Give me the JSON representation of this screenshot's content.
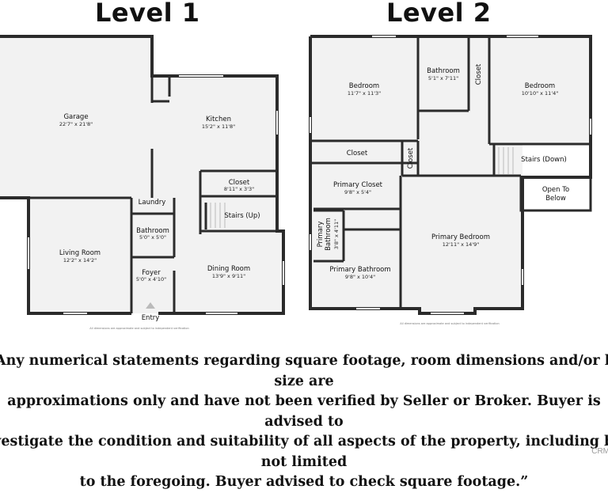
{
  "level1": {
    "title": "Level 1",
    "rooms": {
      "garage": {
        "name": "Garage",
        "dims": "22'7\" x 21'8\""
      },
      "kitchen": {
        "name": "Kitchen",
        "dims": "15'2\" x 11'8\""
      },
      "closet": {
        "name": "Closet",
        "dims": "8'11\" x 3'3\""
      },
      "stairs": {
        "name": "Stairs (Up)"
      },
      "laundry": {
        "name": "Laundry"
      },
      "bathroom": {
        "name": "Bathroom",
        "dims": "5'0\" x 5'0\""
      },
      "living": {
        "name": "Living Room",
        "dims": "12'2\" x 14'2\""
      },
      "foyer": {
        "name": "Foyer",
        "dims": "5'0\" x 4'10\""
      },
      "dining": {
        "name": "Dining Room",
        "dims": "13'9\" x 9'11\""
      },
      "entry": {
        "name": "Entry"
      }
    },
    "note": "All dimensions are approximate and subject to independent verification"
  },
  "level2": {
    "title": "Level 2",
    "rooms": {
      "bedroom1": {
        "name": "Bedroom",
        "dims": "11'7\" x 11'3\""
      },
      "bathroom": {
        "name": "Bathroom",
        "dims": "5'1\" x 7'11\""
      },
      "closet_vertical": {
        "name": "Closet"
      },
      "bedroom2": {
        "name": "Bedroom",
        "dims": "10'10\" x 11'4\""
      },
      "closet_hall": {
        "name": "Closet"
      },
      "closet_small": {
        "name": "Closet"
      },
      "stairs": {
        "name": "Stairs (Down)"
      },
      "open_below": {
        "name_line1": "Open To",
        "name_line2": "Below"
      },
      "primary_closet": {
        "name": "Primary Closet",
        "dims": "9'8\" x 5'4\""
      },
      "primary_bath_small": {
        "name_line1": "Primary",
        "name_line2": "Bathroom",
        "dims": "3'8\" x 4'11\""
      },
      "primary_bedroom": {
        "name": "Primary Bedroom",
        "dims": "12'11\" x 14'9\""
      },
      "primary_bathroom": {
        "name": "Primary Bathroom",
        "dims": "9'8\" x 10'4\""
      }
    },
    "note": "All dimensions are approximate and subject to independent verification"
  },
  "disclaimer": {
    "line1": "“ Any numerical statements regarding square footage, room dimensions and/or lot size are",
    "line2": "approximations only and have not been verified by Seller or Broker. Buyer is advised to",
    "line3": "investigate the condition and suitability of all aspects of the property, including but not limited",
    "line4": "to the foregoing. Buyer advised to check square footage.”"
  },
  "watermark": "CRM",
  "colors": {
    "wall": "#2b2b2b",
    "floor": "#f2f2f2",
    "window": "#c9c9c9",
    "text": "#111111"
  }
}
